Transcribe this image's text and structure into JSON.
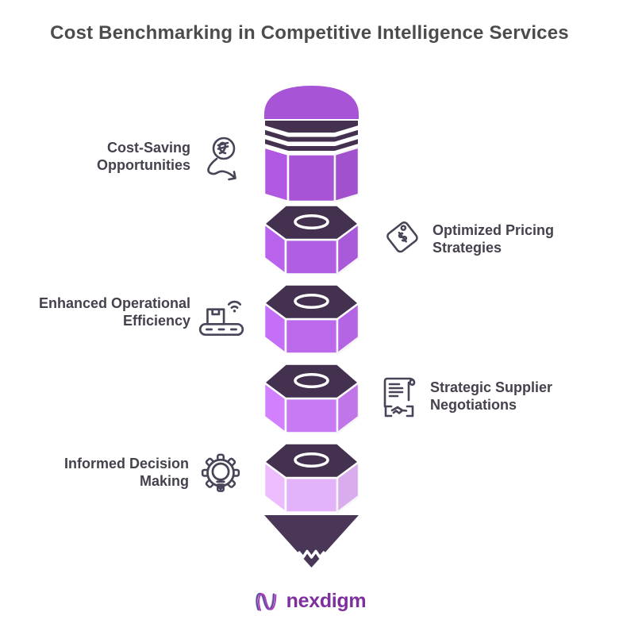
{
  "title": "Cost Benchmarking in Competitive Intelligence Services",
  "colors": {
    "background": "#ffffff",
    "title_text": "#4c4c4c",
    "label_text": "#46414d",
    "icon_stroke": "#4a4458",
    "dark_plum": "#44304f",
    "edge_white": "#ffffff",
    "brand_purple": "#7e2f9e",
    "brand_indigo": "#5a4a9d",
    "brand_magenta": "#a93fc0",
    "brand_gray": "#c7c2cf"
  },
  "pencil": {
    "tip_color": "#4a3758",
    "segments": [
      {
        "label": "Cost-Saving Opportunities",
        "side": "left",
        "icon": "currency-decrease-icon",
        "color": "#a854d6"
      },
      {
        "label": "Optimized Pricing Strategies",
        "side": "right",
        "icon": "price-tag-icon",
        "color": "#b05ee2"
      },
      {
        "label": "Enhanced Operational Efficiency",
        "side": "left",
        "icon": "conveyor-belt-icon",
        "color": "#bc69ec"
      },
      {
        "label": "Strategic Supplier Negotiations",
        "side": "right",
        "icon": "contract-handshake-icon",
        "color": "#c87af2"
      },
      {
        "label": "Informed Decision Making",
        "side": "left",
        "icon": "gear-lightbulb-icon",
        "color": "#e2b3f8"
      }
    ]
  },
  "brand": {
    "name": "nexdigm"
  }
}
